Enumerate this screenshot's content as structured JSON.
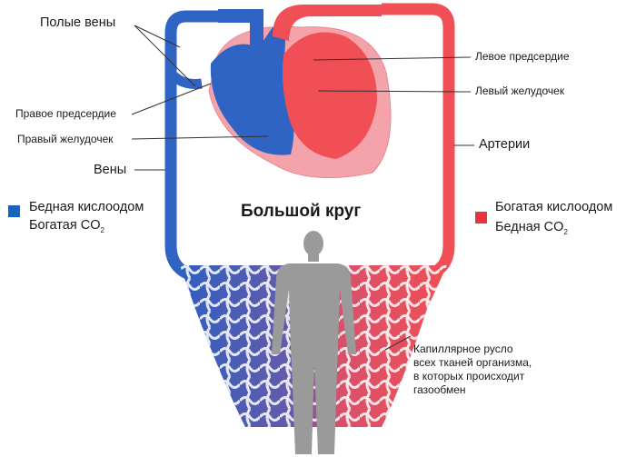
{
  "labels": {
    "vena_cava": "Полые вены",
    "right_atrium": "Правое предсердие",
    "right_ventricle": "Правый желудочек",
    "veins": "Вены",
    "left_atrium": "Левое предсердие",
    "left_ventricle": "Левый желудочек",
    "arteries": "Артерии",
    "title": "Большой круг",
    "capillary": [
      "Капиллярное русло",
      "всех тканей организма,",
      "в которых происходит",
      "газообмен"
    ]
  },
  "legend": {
    "venous": {
      "line1": "Бедная кислоодом",
      "line2": "Богатая CO",
      "sub": "2",
      "color": "#1565c0"
    },
    "arterial": {
      "line1": "Богатая кислоодом",
      "line2": "Бедная CO",
      "sub": "2",
      "color": "#e8343f"
    }
  },
  "colors": {
    "blue": "#2f63c4",
    "red": "#ef4f55",
    "heart": "#f4a3aa",
    "human": "#9a9a9a"
  }
}
